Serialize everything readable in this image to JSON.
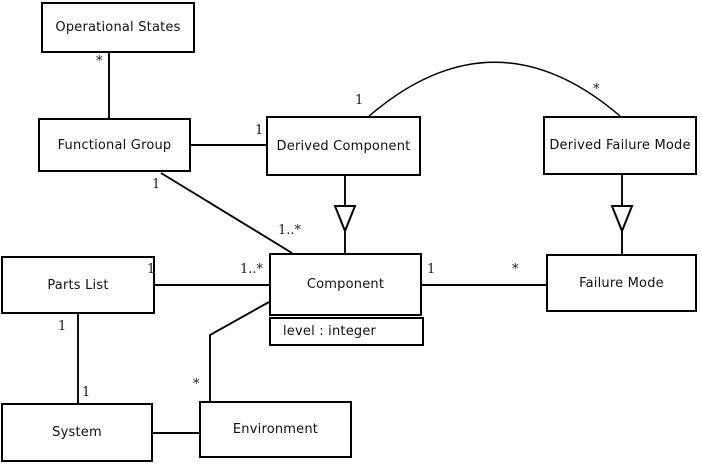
{
  "diagram": {
    "kind": "uml-class-diagram",
    "colors": {
      "background": "#ffffff",
      "line": "#000000",
      "box_fill": "#ffffff",
      "text": "#111111"
    },
    "classes": {
      "operational_states": "Operational States",
      "functional_group": "Functional Group",
      "derived_component": "Derived Component",
      "derived_failure_mode": "Derived Failure Mode",
      "parts_list": "Parts List",
      "component": "Component",
      "failure_mode": "Failure Mode",
      "system": "System",
      "environment": "Environment"
    },
    "attributes": {
      "component_level": "level : integer"
    },
    "multiplicities": {
      "operational_states_end": "*",
      "fg_dc_derived_component_end": "1",
      "fg_comp_functional_group_end": "1",
      "fg_comp_component_end": "1..*",
      "arc_derived_component_end": "1",
      "arc_derived_failure_mode_end": "*",
      "pl_comp_parts_list_end": "1",
      "pl_comp_component_end": "1..*",
      "comp_fm_component_end": "1",
      "comp_fm_failure_mode_end": "*",
      "pl_sys_parts_list_end": "1",
      "pl_sys_system_end": "1",
      "env_comp_environment_end": "*"
    },
    "associations": [
      {
        "from": "Operational States",
        "to": "Functional Group",
        "from_label": "*",
        "to_label": ""
      },
      {
        "from": "Functional Group",
        "to": "Derived Component",
        "to_label": "1"
      },
      {
        "from": "Functional Group",
        "to": "Component",
        "from_label": "1",
        "to_label": "1..*"
      },
      {
        "from": "Derived Component",
        "to": "Component",
        "type": "generalization"
      },
      {
        "from": "Derived Component",
        "to": "Derived Failure Mode",
        "from_label": "1",
        "to_label": "*",
        "shape": "arc"
      },
      {
        "from": "Derived Failure Mode",
        "to": "Failure Mode",
        "type": "generalization"
      },
      {
        "from": "Parts List",
        "to": "Component",
        "from_label": "1",
        "to_label": "1..*"
      },
      {
        "from": "Component",
        "to": "Failure Mode",
        "from_label": "1",
        "to_label": "*"
      },
      {
        "from": "Parts List",
        "to": "System",
        "from_label": "1",
        "to_label": "1"
      },
      {
        "from": "System",
        "to": "Environment"
      },
      {
        "from": "Environment",
        "to": "Component",
        "from_label": "*"
      }
    ]
  }
}
